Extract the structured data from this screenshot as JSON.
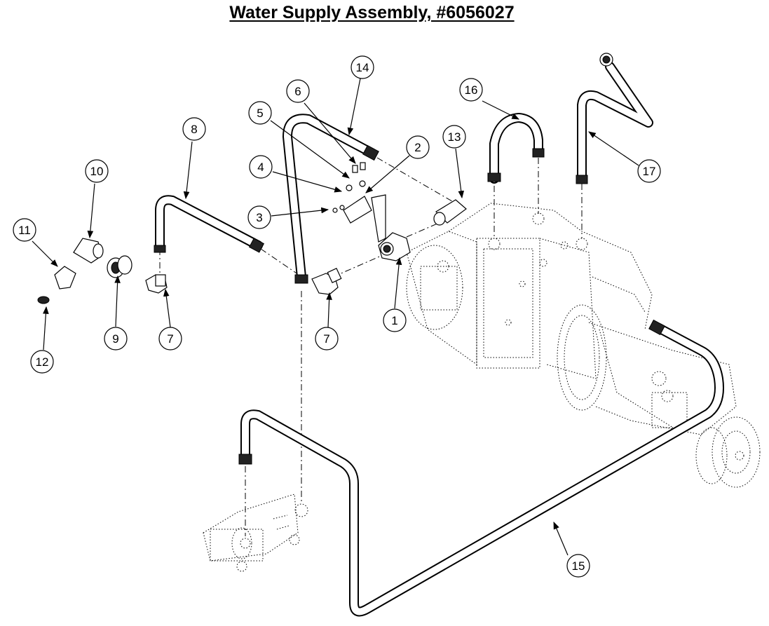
{
  "title": "Water Supply Assembly, #6056027",
  "callouts": [
    {
      "id": "1",
      "label": "1"
    },
    {
      "id": "2",
      "label": "2"
    },
    {
      "id": "3",
      "label": "3"
    },
    {
      "id": "4",
      "label": "4"
    },
    {
      "id": "5",
      "label": "5"
    },
    {
      "id": "6",
      "label": "6"
    },
    {
      "id": "7a",
      "label": "7"
    },
    {
      "id": "7b",
      "label": "7"
    },
    {
      "id": "8",
      "label": "8"
    },
    {
      "id": "9",
      "label": "9"
    },
    {
      "id": "10",
      "label": "10"
    },
    {
      "id": "11",
      "label": "11"
    },
    {
      "id": "12",
      "label": "12"
    },
    {
      "id": "13",
      "label": "13"
    },
    {
      "id": "14",
      "label": "14"
    },
    {
      "id": "15",
      "label": "15"
    },
    {
      "id": "16",
      "label": "16"
    },
    {
      "id": "17",
      "label": "17"
    }
  ]
}
